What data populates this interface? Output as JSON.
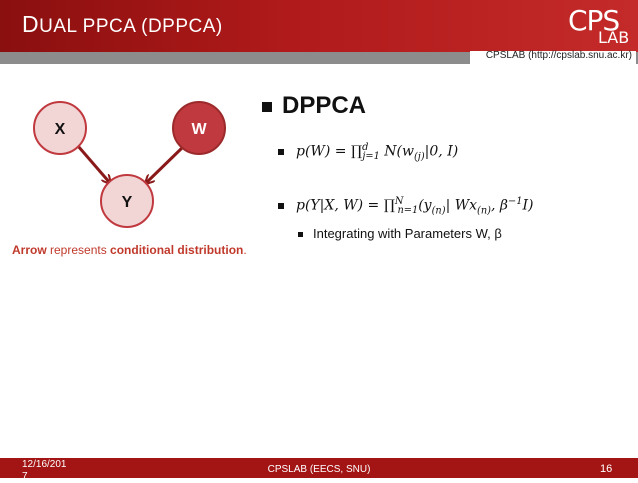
{
  "slide": {
    "title_first": "D",
    "title_rest": "UAL PPCA (DPPCA)",
    "logo_cps": "CPS",
    "logo_lab": "LAB",
    "subtitle": "CPSLAB (http://cpslab.snu.ac.kr)"
  },
  "diagram": {
    "node_x": "X",
    "node_w": "W",
    "node_y": "Y",
    "caption_bold1": "Arrow",
    "caption_mid": " represents ",
    "caption_bold2": "conditional distribution",
    "caption_end": "."
  },
  "content": {
    "heading": "DPPCA",
    "eq1_a": "p(W) = ∏",
    "eq1_sup": "d",
    "eq1_sub": "j=1",
    "eq1_b": " N(w",
    "eq1_sub2": "(j)",
    "eq1_c": "|0, I)",
    "eq2_a": "p(Y|X, W) = ∏",
    "eq2_sup": "N",
    "eq2_sub": "n=1",
    "eq2_b": "(y",
    "eq2_sub2": "(n)",
    "eq2_c": "| Wx",
    "eq2_sub3": "(n)",
    "eq2_d": ", β",
    "eq2_sup2": "−1",
    "eq2_e": "I)",
    "sub_bullet": "Integrating with Parameters W, β"
  },
  "footer": {
    "date": "12/16/201\n7",
    "center": "CPSLAB (EECS, SNU)",
    "page": "16"
  },
  "colors": {
    "header": "#a31515",
    "node_light": "#f2d6d6",
    "node_dark": "#c0393f",
    "arrow": "#8a1a1a"
  }
}
